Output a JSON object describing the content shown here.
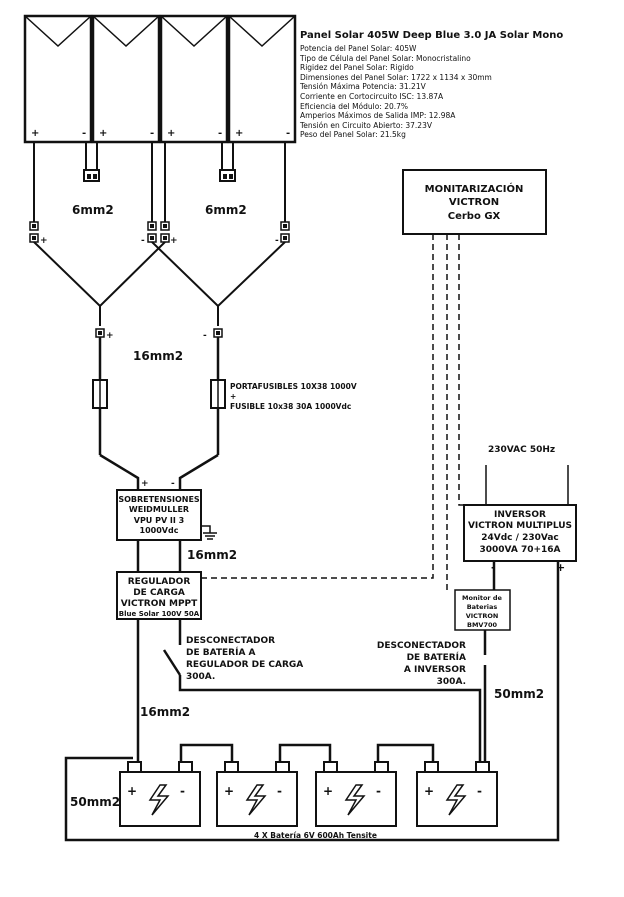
{
  "panel_specs": {
    "title": "Panel Solar 405W Deep Blue 3.0 JA Solar Mono",
    "lines": [
      "Potencia del Panel Solar: 405W",
      "Tipo de Célula del Panel Solar: Monocristalino",
      "Rigidez del Panel Solar: Rigido",
      "Dimensiones del Panel Solar: 1722 x 1134 x 30mm",
      "Tensión Máxima Potencia: 31.21V",
      "Corriente en Cortocircuito ISC: 13.87A",
      "Eficiencia del Módulo: 20.7%",
      "Amperios Máximos de Salida IMP: 12.98A",
      "Tensión en Circuito Abierto: 37.23V",
      "Peso del Panel Solar: 21.5kg"
    ]
  },
  "labels": {
    "wire_6mm_left": "6mm2",
    "wire_6mm_right": "6mm2",
    "wire_16mm_top": "16mm2",
    "wire_16mm_mid": "16mm2",
    "wire_16mm_bottom": "16mm2",
    "wire_50mm_left": "50mm2",
    "wire_50mm_right": "50mm2",
    "fuse_holder": "PORTAFUSIBLES 10X38 1000V",
    "fuse_plus": "+",
    "fuse": "FUSIBLE 10x38  30A 1000Vdc",
    "ac_input": "230VAC 50Hz",
    "battery_caption": "4 X Batería 6V    600Ah    Tensite"
  },
  "monitor": {
    "line1": "MONITARIZACIÓN",
    "line2": "VICTRON",
    "line3": "Cerbo GX"
  },
  "surge": {
    "line1": "SOBRETENSIONES",
    "line2": "WEIDMULLER",
    "line3": "VPU PV II 3",
    "line4": "1000Vdc"
  },
  "regulator": {
    "line1": "REGULADOR",
    "line2": "DE CARGA",
    "line3": "VICTRON MPPT",
    "line4": "Blue Solar 100V 50A"
  },
  "inverter": {
    "line1": "INVERSOR",
    "line2": "VICTRON MULTIPLUS",
    "line3": "24Vdc / 230Vac",
    "line4": "3000VA 70+16A"
  },
  "battery_monitor": {
    "line1": "Monitor de",
    "line2": "Baterias",
    "line3": "VICTRON",
    "line4": "BMV700"
  },
  "disconnector_reg": {
    "line1": "DESCONECTADOR",
    "line2": "de batería A",
    "line3": "REGULADOR DE CARGA",
    "line4": "300A."
  },
  "disconnector_inv": {
    "line1": "DESCONECTADOR",
    "line2": "DE BATERÍA",
    "line3": "A INVERSOR",
    "line4": "300A."
  },
  "polarity": {
    "plus": "+",
    "minus": "-"
  },
  "icons": [
    "solar-panel-icon",
    "connector-icon",
    "fuse-icon",
    "ground-icon",
    "battery-icon",
    "lightning-icon"
  ]
}
